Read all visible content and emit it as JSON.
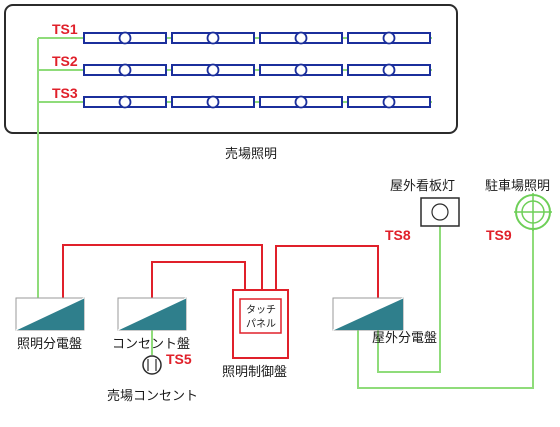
{
  "lighting_zone": {
    "title": "売場照明",
    "rows": [
      {
        "label": "TS1"
      },
      {
        "label": "TS2"
      },
      {
        "label": "TS3"
      }
    ]
  },
  "panels": {
    "lighting": "照明分電盤",
    "outlet": "コンセント盤",
    "control": "照明制御盤",
    "control_touch_line1": "タッチ",
    "control_touch_line2": "パネル",
    "outdoor": "屋外分電盤"
  },
  "outlet": {
    "ts_label": "TS5",
    "name": "売場コンセント"
  },
  "outdoor_loads": {
    "sign": {
      "name": "屋外看板灯",
      "ts_label": "TS8"
    },
    "parking": {
      "name": "駐車場照明",
      "ts_label": "TS9"
    }
  },
  "colors": {
    "power_line": "#8fdc7a",
    "control_line": "#e0202a",
    "fixture": "#1b2f9c",
    "panel_fill": "#2f7f8c",
    "ts_text": "#e0202a"
  }
}
